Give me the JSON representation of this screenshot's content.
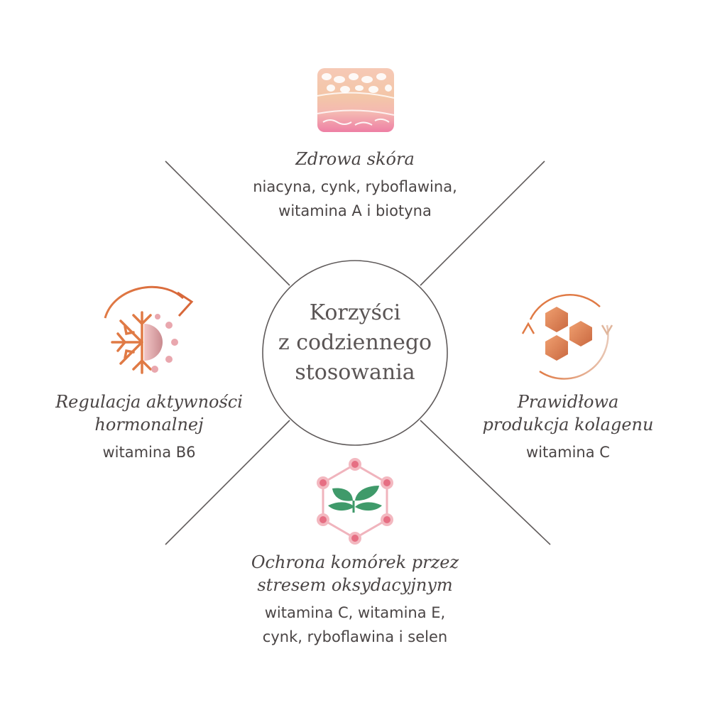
{
  "center": {
    "line1": "Korzyści",
    "line2": "z codziennego",
    "line3": "stosowania"
  },
  "benefits": {
    "top": {
      "title": "Zdrowa skóra",
      "line1": "niacyna, cynk, ryboflawina,",
      "line2": "witamina A i biotyna",
      "icon": "skin-layers-icon"
    },
    "left": {
      "title1": "Regulacja aktywności",
      "title2": "hormonalnej",
      "line1": "witamina B6",
      "icon": "snowflake-sun-cycle-icon"
    },
    "right": {
      "title1": "Prawidłowa",
      "title2": "produkcja kolagenu",
      "line1": "witamina C",
      "icon": "hexagon-cycle-icon"
    },
    "bottom": {
      "title1": "Ochrona komórek przez",
      "title2": "stresem oksydacyjnym",
      "line1": "witamina C, witamina E,",
      "line2": "cynk, ryboflawina i selen",
      "icon": "molecule-leaf-icon"
    }
  },
  "colors": {
    "line": "#5f5a5a",
    "text": "#4a4545",
    "orange": "#e07a45",
    "pink": "#e98fa0",
    "green": "#3f9a6a"
  }
}
